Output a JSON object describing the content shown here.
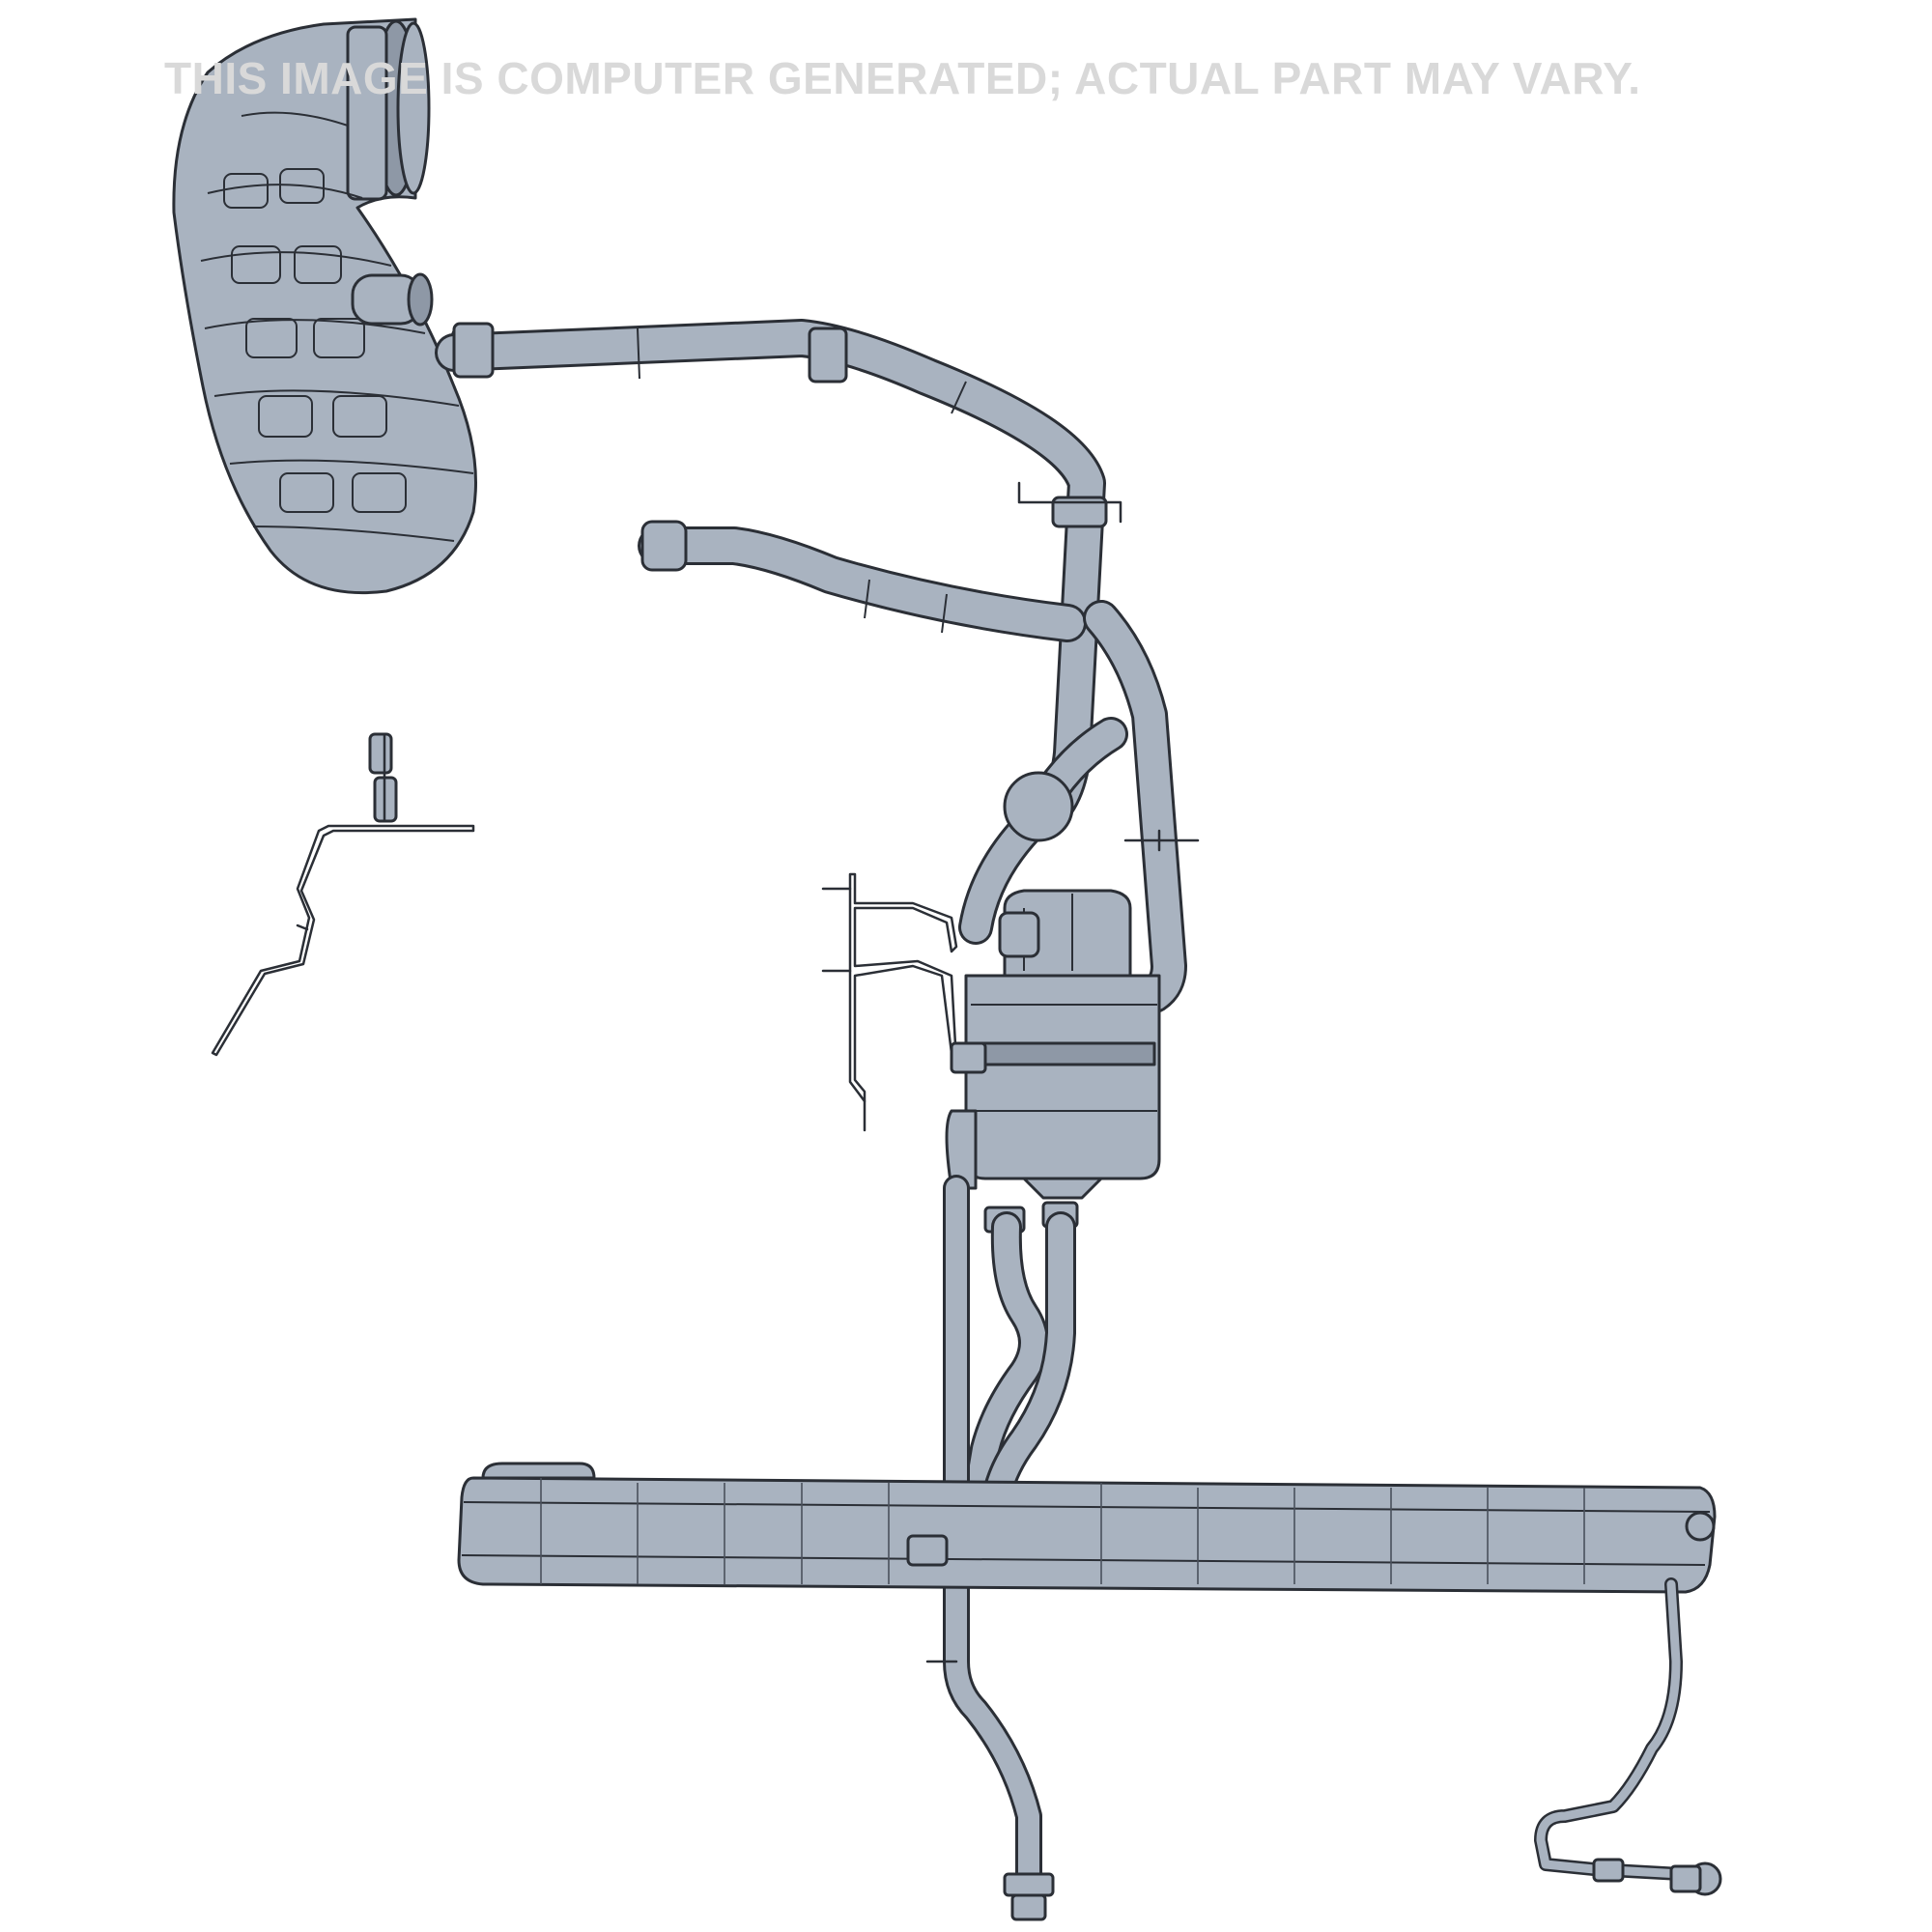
{
  "watermark": {
    "text": "THIS IMAGE IS COMPUTER GENERATED; ACTUAL PART MAY VARY."
  },
  "colors": {
    "part_fill": "#a9b3c0",
    "outline": "#2b2f36",
    "watermark": "#d9d9d9",
    "background": "#ffffff"
  },
  "components": [
    "intake-duct",
    "upper-hose",
    "middle-hose",
    "left-bracket",
    "center-bracket",
    "canister",
    "lower-hoses",
    "tank-shield",
    "right-line"
  ]
}
